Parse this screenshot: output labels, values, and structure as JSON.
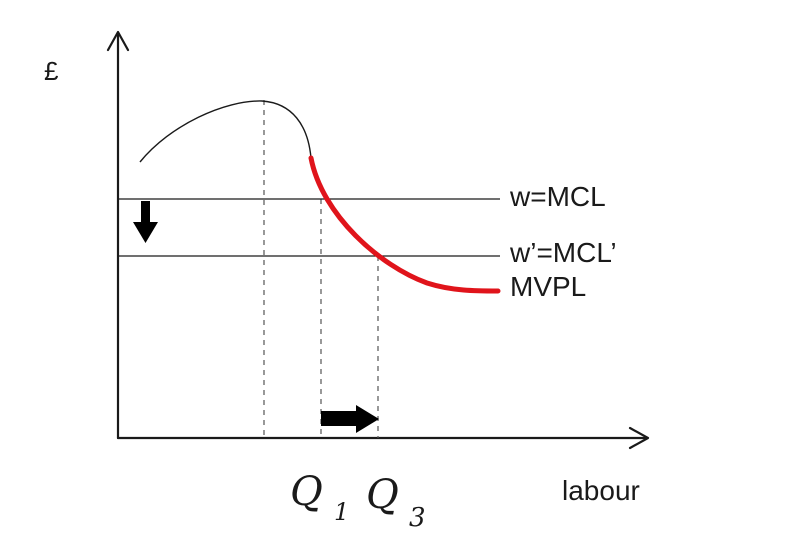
{
  "axes": {
    "y_label": "£",
    "x_label": "labour"
  },
  "lines": {
    "wage_original": "w=MCL",
    "wage_new": "w’=MCL’",
    "curve": "MVPL"
  },
  "quantities": {
    "q1": "Q",
    "q1_sub": "1",
    "q3": "Q",
    "q3_sub": "3"
  },
  "colors": {
    "axis": "#1a1a1a",
    "curve_thin": "#1a1a1a",
    "curve_highlight": "#e0141b",
    "guide": "#555555",
    "arrow": "#000000"
  }
}
